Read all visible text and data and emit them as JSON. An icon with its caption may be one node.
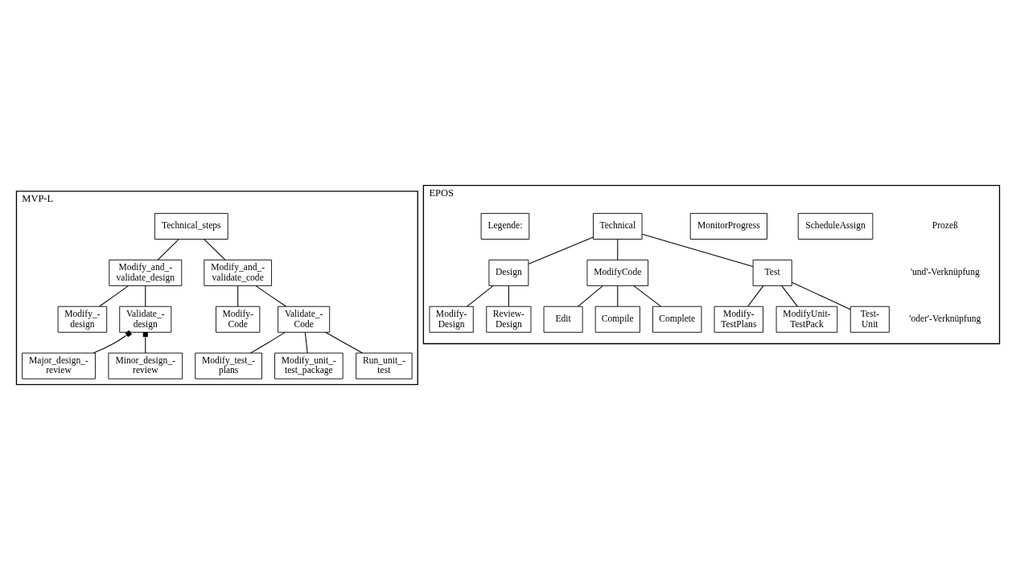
{
  "diagram": {
    "nodes": [
      {
        "text": [
          "MVP-L"
        ]
      },
      {
        "text": [
          "Technical_steps"
        ],
        "in": 0
      },
      {
        "text": [
          "Modify_and_- validate_design"
        ],
        "in": 0
      },
      {
        "text": [
          "Modify_and_- validate_code"
        ],
        "in": 0
      },
      {
        "text": [
          "Modify_- design"
        ],
        "in": 0
      },
      {
        "text": [
          "Validate_- design"
        ],
        "in": 0
      },
      {
        "text": [
          "Major_design_- review"
        ],
        "in": 0
      },
      {
        "text": [
          "Minor_design_- review"
        ],
        "in": 0
      },
      {
        "text": [
          "Modify- Code"
        ],
        "in": 0
      },
      {
        "text": [
          "Validate_- Code"
        ],
        "in": 0
      },
      {
        "text": [
          "Modify_test_- plans"
        ],
        "in": 0
      },
      {
        "text": [
          "Modify_unit_- test_package"
        ],
        "in": 0
      },
      {
        "text": [
          "Run_unit_- test"
        ],
        "in": 0
      },
      {
        "text": [
          "EPOS"
        ]
      },
      {
        "text": [
          "ScheduleAssign"
        ],
        "in": 13
      },
      {
        "text": [
          "MonitorProgress"
        ],
        "in": 13
      },
      {
        "text": [
          "Technical"
        ],
        "in": 13
      },
      {
        "text": [
          "Design"
        ],
        "in": 13
      },
      {
        "text": [
          "ModifyCode"
        ],
        "in": 13
      },
      {
        "text": [
          "Test"
        ],
        "in": 13
      },
      {
        "text": [
          "Modify- Design"
        ],
        "in": 13
      },
      {
        "text": [
          "Review- Design"
        ],
        "in": 13
      },
      {
        "text": [
          "Modify- TestPlans"
        ],
        "in": 13
      },
      {
        "text": [
          "ModifyUnit- TestPack"
        ],
        "in": 13
      },
      {
        "text": [
          "Test- Unit"
        ],
        "in": 13
      },
      {
        "text": [
          "Edit"
        ],
        "in": 13
      },
      {
        "text": [
          "Compile"
        ],
        "in": 13
      },
      {
        "text": [
          "Complete"
        ],
        "in": 13
      },
      {
        "text": [
          "Legende:"
        ],
        "in": 13
      }
    ],
    "edges": [
      {
        "from": 1,
        "to": 2,
        "arrow": "none"
      },
      {
        "from": 1,
        "to": 3,
        "arrow": "none"
      },
      {
        "from": 2,
        "to": 4,
        "arrow": "none"
      },
      {
        "from": 2,
        "to": 5,
        "arrow": "none"
      },
      {
        "from": 5,
        "to": 6,
        "arrow": "other"
      },
      {
        "from": 5,
        "to": 7,
        "arrow": "other"
      },
      {
        "from": 3,
        "to": 8,
        "arrow": "none"
      },
      {
        "from": 3,
        "to": 9,
        "arrow": "none"
      },
      {
        "from": 9,
        "to": 10,
        "arrow": "none"
      },
      {
        "from": 9,
        "to": 11,
        "arrow": "none"
      },
      {
        "from": 9,
        "to": 12,
        "arrow": "none"
      },
      {
        "from": 16,
        "to": 17,
        "arrow": "none"
      },
      {
        "from": 16,
        "to": 18,
        "arrow": "none"
      },
      {
        "from": 16,
        "to": 19,
        "arrow": "none"
      },
      {
        "from": 17,
        "to": 20,
        "arrow": "none"
      },
      {
        "from": 17,
        "to": 21,
        "arrow": "none"
      },
      {
        "from": 19,
        "to": 22,
        "arrow": "none"
      },
      {
        "from": 19,
        "to": 23,
        "arrow": "none"
      },
      {
        "from": 19,
        "to": 24,
        "arrow": "none"
      },
      {
        "from": 18,
        "to": 25,
        "arrow": "none"
      },
      {
        "from": 18,
        "to": 26,
        "arrow": "none"
      },
      {
        "from": 18,
        "to": 27,
        "arrow": "none"
      }
    ],
    "legend": [
      {
        "text": "Prozeß"
      },
      {
        "text": "'und'-Verknüpfung"
      },
      {
        "text": "'oder'-Verknüpfung"
      }
    ]
  }
}
